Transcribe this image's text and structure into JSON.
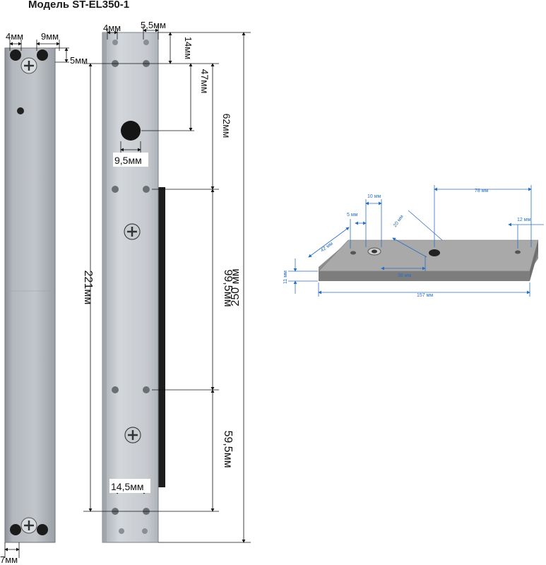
{
  "title": "Модель ST-EL350-1",
  "plate_dims": {
    "d4a": "4мм",
    "d9": "9мм",
    "d5": "5мм",
    "d7": "7мм"
  },
  "bracket_dims": {
    "d4b": "4мм",
    "d55": "5,5мм",
    "d14": "14мм",
    "d47": "47мм",
    "d62": "62мм",
    "d95": "9,5мм",
    "d221": "221мм",
    "d995": "99,5мм",
    "d250": "250 мм",
    "d595": "59,5мм",
    "d145": "14,5мм"
  },
  "block_dims": {
    "b10": "10 мм",
    "b5": "5 мм",
    "b78": "78 мм",
    "b20": "20 мм",
    "b12": "12 мм",
    "b42": "42 мм",
    "b11": "11 мм",
    "b38": "38 мм",
    "b157": "157 мм"
  },
  "colors": {
    "dimension_blue": "#2a6fbf",
    "metal": "#b9bec4",
    "block_top": "#a7a7a7",
    "block_side": "#7f7f7f"
  }
}
